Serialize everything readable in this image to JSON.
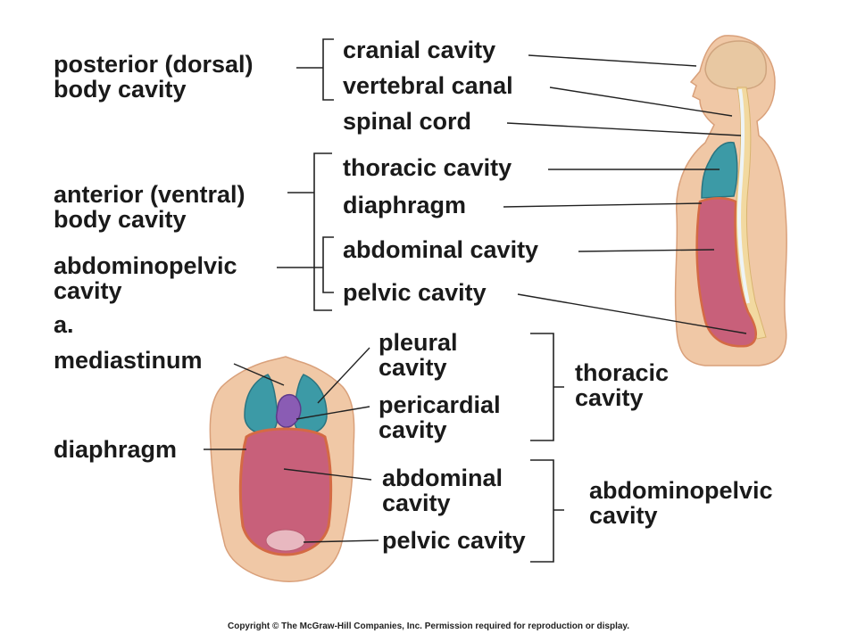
{
  "labels": {
    "posterior_line1": "posterior (dorsal)",
    "posterior_line2": "body cavity",
    "cranial_cavity": "cranial cavity",
    "vertebral_canal": "vertebral canal",
    "spinal_cord": "spinal cord",
    "thoracic_cavity": "thoracic cavity",
    "anterior_line1": "anterior (ventral)",
    "anterior_line2": "body cavity",
    "diaphragm": "diaphragm",
    "abdominal_cavity": "abdominal cavity",
    "abdominopelvic_line1": "abdominopelvic",
    "abdominopelvic_line2": "cavity",
    "pelvic_cavity": "pelvic cavity",
    "panel_a": "a.",
    "mediastinum": "mediastinum",
    "pleural_line1": "pleural",
    "pleural_line2": "cavity",
    "pericardial_line1": "pericardial",
    "pericardial_line2": "cavity",
    "thoracic_group_line1": "thoracic",
    "thoracic_group_line2": "cavity",
    "diaphragm_front": "diaphragm",
    "abdominal_front_line1": "abdominal",
    "abdominal_front_line2": "cavity",
    "pelvic_front": "pelvic cavity",
    "abdominopelvic_group_line1": "abdominopelvic",
    "abdominopelvic_group_line2": "cavity"
  },
  "copyright": "Copyright © The McGraw-Hill Companies, Inc. Permission required for reproduction or display.",
  "colors": {
    "skin": "#f0c8a6",
    "skin_shadow": "#d9a07a",
    "brain": "#e8c8a2",
    "thoracic": "#3c9aa6",
    "abdominal": "#c8607a",
    "pericardial": "#8a5cb4",
    "diaphragm": "#d46a44",
    "spine": "#f2d9a0",
    "cord": "#eef4f6"
  }
}
